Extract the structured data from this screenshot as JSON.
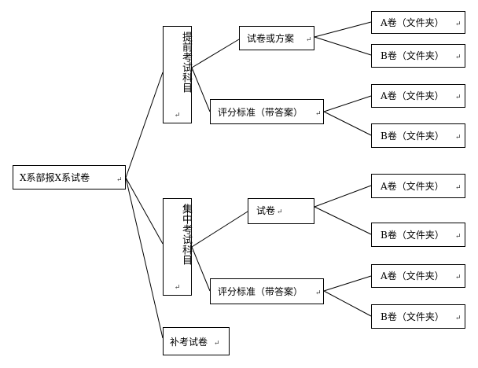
{
  "nodes": {
    "root": {
      "label": "X系部报X系试卷"
    },
    "proposed": {
      "label": "提前考试科目"
    },
    "proposed_paper": {
      "label": "试卷或方案"
    },
    "proposed_grading": {
      "label": "评分标准（带答案）"
    },
    "proposed_paper_a": {
      "label": "A卷（文件夹）"
    },
    "proposed_paper_b": {
      "label": "B卷（文件夹）"
    },
    "proposed_grading_a": {
      "label": "A卷（文件夹）"
    },
    "proposed_grading_b": {
      "label": "B卷（文件夹）"
    },
    "central": {
      "label": "集中考试科目"
    },
    "central_paper": {
      "label": "试卷"
    },
    "central_grading": {
      "label": "评分标准（带答案）"
    },
    "central_paper_a": {
      "label": "A卷（文件夹）"
    },
    "central_paper_b": {
      "label": "B卷（文件夹）"
    },
    "central_grading_a": {
      "label": "A卷（文件夹）"
    },
    "central_grading_b": {
      "label": "B卷（文件夹）"
    },
    "makeup": {
      "label": "补考试卷"
    }
  },
  "paragraph_mark": "↵",
  "line_color": "#000000"
}
